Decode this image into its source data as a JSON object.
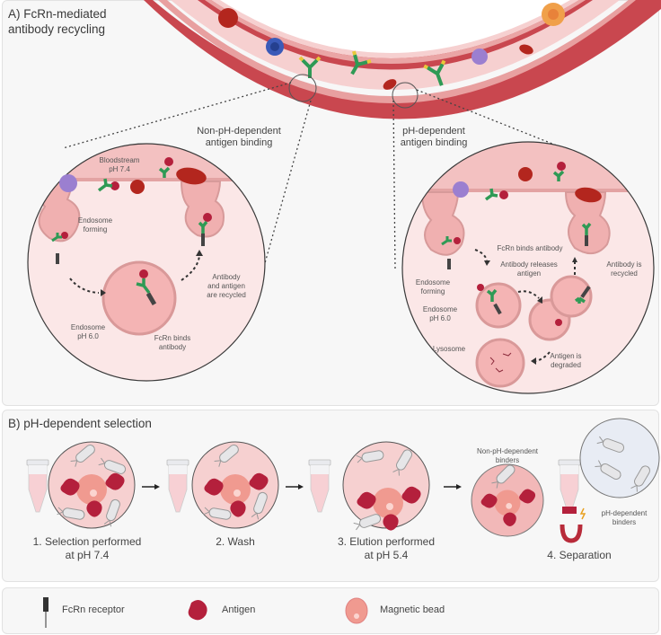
{
  "panel_a": {
    "title_line1": "A) FcRn-mediated",
    "title_line2": "antibody recycling",
    "left_heading_line1": "Non-pH-dependent",
    "left_heading_line2": "antigen binding",
    "right_heading_line1": "pH-dependent",
    "right_heading_line2": "antigen binding",
    "left_circle": {
      "bloodstream_line1": "Bloodstream",
      "bloodstream_line2": "pH 7.4",
      "endosome_forming_line1": "Endosome",
      "endosome_forming_line2": "forming",
      "endosome_ph_line1": "Endosome",
      "endosome_ph_line2": "pH 6.0",
      "fcrn_binds_line1": "FcRn binds",
      "fcrn_binds_line2": "antibody",
      "recycled_line1": "Antibody",
      "recycled_line2": "and antigen",
      "recycled_line3": "are recycled"
    },
    "right_circle": {
      "fcrn_binds": "FcRn binds antibody",
      "releases_line1": "Antibody releases",
      "releases_line2": "antigen",
      "recycled_line1": "Antibody is",
      "recycled_line2": "recycled",
      "endosome_forming_line1": "Endosome",
      "endosome_forming_line2": "forming",
      "endosome_ph_line1": "Endosome",
      "endosome_ph_line2": "pH 6.0",
      "lysosome": "Lysosome",
      "degraded_line1": "Antigen is",
      "degraded_line2": "degraded"
    }
  },
  "panel_b": {
    "title": "B) pH-dependent selection",
    "steps": [
      {
        "line1": "1. Selection performed",
        "line2": "at pH 7.4"
      },
      {
        "line1": "2. Wash",
        "line2": ""
      },
      {
        "line1": "3. Elution performed",
        "line2": "at pH 5.4"
      },
      {
        "line1": "4. Separation",
        "line2": ""
      }
    ],
    "non_ph_binders_line1": "Non-pH-dependent",
    "non_ph_binders_line2": "binders",
    "ph_binders_line1": "pH-dependent",
    "ph_binders_line2": "binders"
  },
  "legend": {
    "items": [
      {
        "icon": "fcrn-receptor-icon",
        "label": "FcRn receptor"
      },
      {
        "icon": "antigen-icon",
        "label": "Antigen"
      },
      {
        "icon": "magnetic-bead-icon",
        "label": "Magnetic bead"
      }
    ]
  },
  "colors": {
    "vessel_wall": "#c9474f",
    "vessel_lumen": "#f6d0d0",
    "cell_fill": "#f1b3b3",
    "antigen": "#b4203c",
    "antibody_green": "#2f9a55",
    "antibody_yellow": "#e8c83a",
    "bead": "#f09a90"
  }
}
